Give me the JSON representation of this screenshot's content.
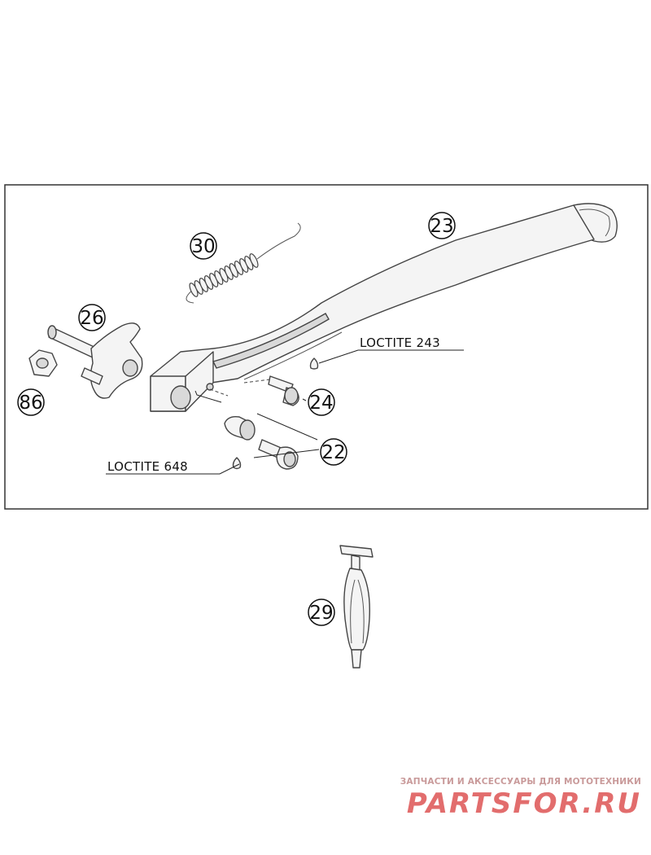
{
  "callouts": {
    "c23": "23",
    "c30": "30",
    "c26": "26",
    "c86": "86",
    "c24": "24",
    "c22": "22",
    "c29": "29"
  },
  "notes": {
    "loctite_243": "LOCTITE 243",
    "loctite_648": "LOCTITE 648"
  },
  "watermark": {
    "caption": "ЗАПЧАСТИ И АКСЕССУАРЫ ДЛЯ МОТОТЕХНИКИ",
    "logo": "PARTSFOR.RU"
  }
}
